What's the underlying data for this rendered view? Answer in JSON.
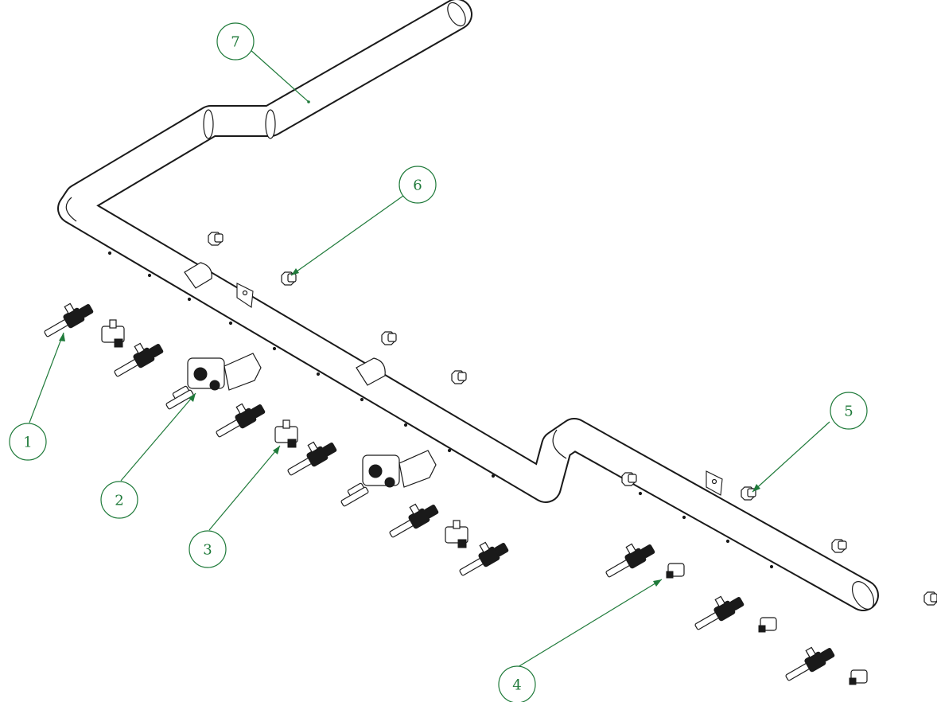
{
  "callouts": [
    {
      "label": "1",
      "part": "valve"
    },
    {
      "label": "2",
      "part": "thermostat-valve"
    },
    {
      "label": "3",
      "part": "tee-fitting"
    },
    {
      "label": "4",
      "part": "elbow-fitting"
    },
    {
      "label": "5",
      "part": "orifice"
    },
    {
      "label": "6",
      "part": "orifice"
    },
    {
      "label": "7",
      "part": "manifold-pipe"
    }
  ],
  "colors": {
    "leader": "#1f7a3a",
    "linework": "#1a1a1a",
    "background": "#ffffff"
  }
}
